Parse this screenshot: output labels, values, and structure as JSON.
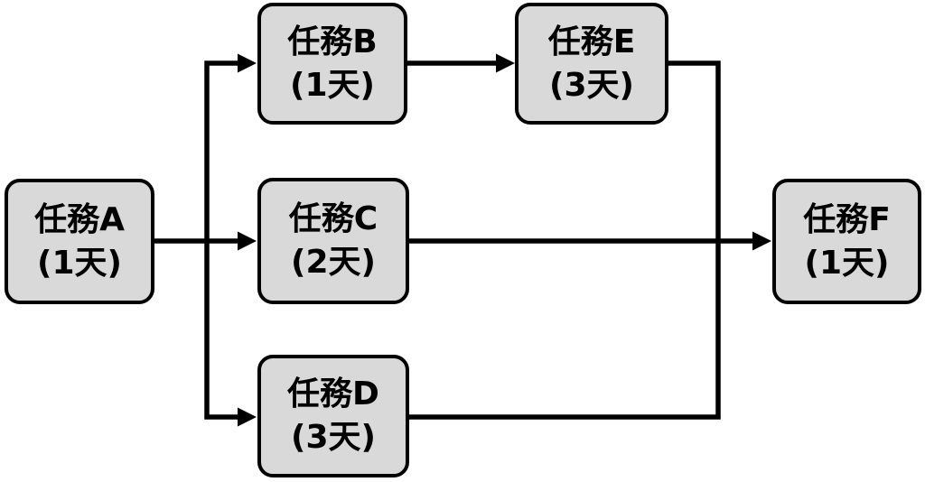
{
  "diagram": {
    "type": "flowchart",
    "description": "Task dependency diagram with durations in days",
    "nodes": [
      {
        "id": "A",
        "label": "任務A",
        "duration": "(1天)"
      },
      {
        "id": "B",
        "label": "任務B",
        "duration": "(1天)"
      },
      {
        "id": "E",
        "label": "任務E",
        "duration": "(3天)"
      },
      {
        "id": "C",
        "label": "任務C",
        "duration": "(2天)"
      },
      {
        "id": "D",
        "label": "任務D",
        "duration": "(3天)"
      },
      {
        "id": "F",
        "label": "任務F",
        "duration": "(1天)"
      }
    ],
    "edges": [
      {
        "from": "任務A",
        "to": "任務B"
      },
      {
        "from": "任務A",
        "to": "任務C"
      },
      {
        "from": "任務A",
        "to": "任務D"
      },
      {
        "from": "任務B",
        "to": "任務E"
      },
      {
        "from": "任務C",
        "to": "任務F"
      },
      {
        "from": "任務D",
        "to": "任務F"
      },
      {
        "from": "任務E",
        "to": "任務F"
      }
    ],
    "colors": {
      "node_fill": "#d9d9d9",
      "node_border": "#000000",
      "connector": "#000000",
      "background": "#ffffff"
    }
  }
}
